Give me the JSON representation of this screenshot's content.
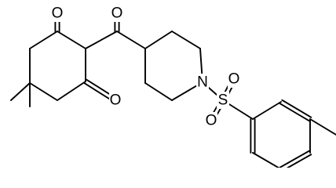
{
  "structure": {
    "atom_labels": [
      {
        "id": "o1",
        "text": "O"
      },
      {
        "id": "o2",
        "text": "O"
      },
      {
        "id": "o3",
        "text": "O"
      },
      {
        "id": "n1",
        "text": "N"
      },
      {
        "id": "s1",
        "text": "S"
      },
      {
        "id": "o4",
        "text": "O"
      },
      {
        "id": "o5",
        "text": "O"
      }
    ]
  },
  "colors": {
    "ink": "#000000",
    "background": "#ffffff"
  }
}
